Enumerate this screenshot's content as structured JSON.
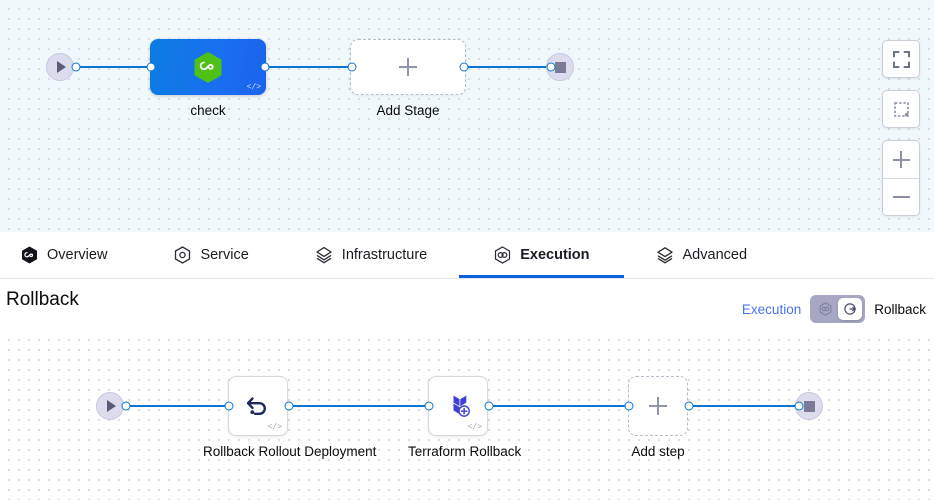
{
  "top_pipeline": {
    "start_node": {
      "icon": "play-icon"
    },
    "end_node": {
      "icon": "stop-icon"
    },
    "stages": [
      {
        "label": "check",
        "icon": "harness-hexagon-icon",
        "badge": "code-badge",
        "type": "stage"
      },
      {
        "label": "Add Stage",
        "icon": "plus-icon",
        "type": "add"
      }
    ]
  },
  "canvas_tools": [
    {
      "name": "fit-to-screen-button",
      "icon": "expand-icon"
    },
    {
      "name": "zoom-to-selection-button",
      "icon": "dashed-square-icon"
    },
    {
      "name": "zoom-in-button",
      "icon": "plus-icon"
    },
    {
      "name": "zoom-out-button",
      "icon": "minus-icon"
    }
  ],
  "tabs": [
    {
      "label": "Overview",
      "icon": "harness-hexagon-filled-icon",
      "active": false
    },
    {
      "label": "Service",
      "icon": "service-hexagon-icon",
      "active": false
    },
    {
      "label": "Infrastructure",
      "icon": "layers-diamond-icon",
      "active": false
    },
    {
      "label": "Execution",
      "icon": "execution-icon",
      "active": true
    },
    {
      "label": "Advanced",
      "icon": "advanced-layers-icon",
      "active": false
    }
  ],
  "rollback_header": {
    "title": "Rollback",
    "execution_label": "Execution",
    "rollback_label": "Rollback",
    "selected_mode": "Rollback"
  },
  "rollback_pipeline": {
    "start_node": {
      "icon": "play-icon"
    },
    "end_node": {
      "icon": "stop-icon"
    },
    "steps": [
      {
        "label": "Rollback Rollout Deployment",
        "icon": "undo-arrow-icon",
        "badge": "code-badge",
        "type": "step"
      },
      {
        "label": "Terraform Rollback",
        "icon": "terraform-icon",
        "badge": "code-badge",
        "type": "step"
      },
      {
        "label": "Add step",
        "icon": "plus-icon",
        "type": "add"
      }
    ]
  },
  "colors": {
    "edge": "#0b74d4",
    "accent_blue": "#0a64e0",
    "link_blue": "#4a72f5",
    "stage_blue": "#1a6ff0",
    "harness_green": "#4dc116",
    "terraform_purple": "#4040d6",
    "toggle_track": "#a7a7c3",
    "top_canvas_bg": "#f0f8fb"
  }
}
